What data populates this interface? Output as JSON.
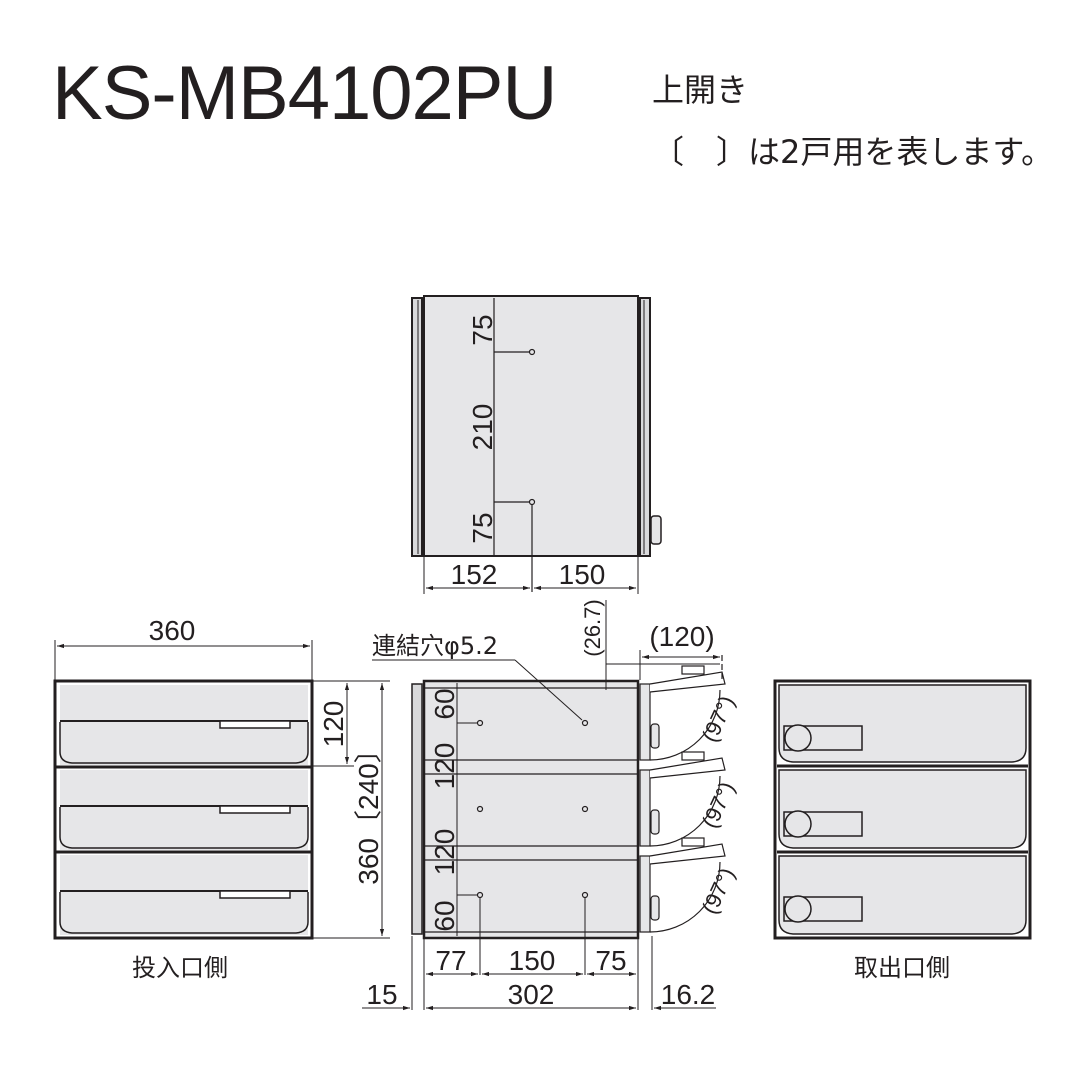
{
  "header": {
    "model": "KS-MB4102PU",
    "opening_type": "上開き",
    "note": "〔　〕は2戸用を表します。"
  },
  "colors": {
    "line": "#231f20",
    "panel_fill": "#e6e6e8",
    "background": "#ffffff"
  },
  "top_view": {
    "dims_vertical": [
      "75",
      "210",
      "75"
    ],
    "dims_horizontal": [
      "152",
      "150"
    ]
  },
  "front_view": {
    "label": "投入口側",
    "width": "360",
    "unit_height": "120",
    "total_height": "360〔240〕"
  },
  "side_view": {
    "hole_label": "連結穴φ5.2",
    "top_offset": "(26.7)",
    "door_projection": "(120)",
    "door_angle": "(97°)",
    "dims_vertical": [
      "60",
      "120",
      "120",
      "60"
    ],
    "dims_horizontal_inner": [
      "77",
      "150",
      "75"
    ],
    "dims_horizontal_outer": [
      "15",
      "302",
      "16.2"
    ]
  },
  "rear_view": {
    "label": "取出口側"
  }
}
